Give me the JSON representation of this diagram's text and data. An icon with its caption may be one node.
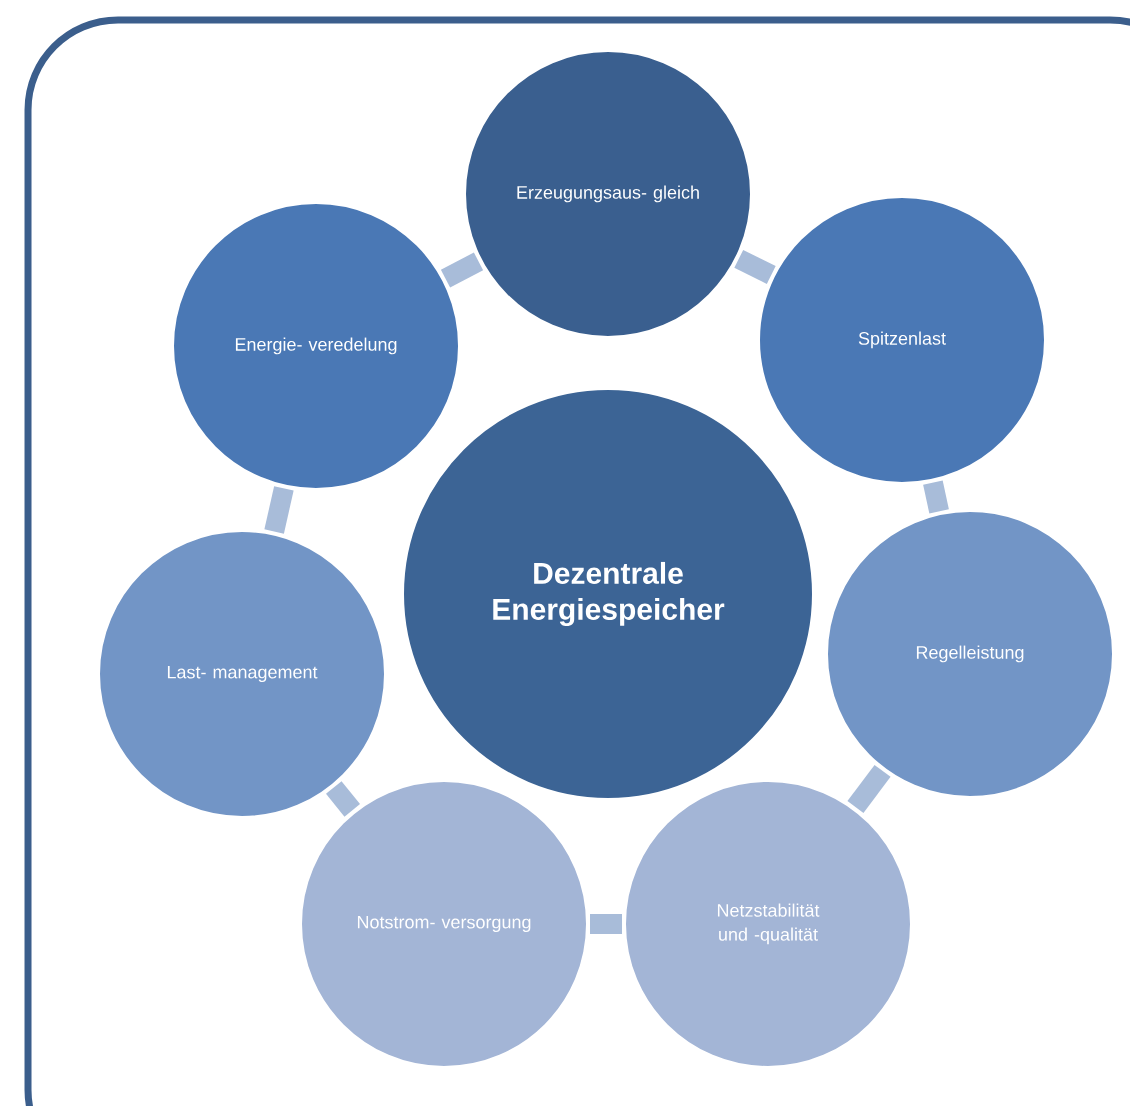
{
  "diagram": {
    "nodes": [
      {
        "text": [
          "Dezentrale Energiespeicher"
        ]
      },
      {
        "text": [
          "Erzeugungsaus- gleich"
        ]
      },
      {
        "text": [
          "Spitzenlast"
        ]
      },
      {
        "text": [
          "Regelleistung"
        ]
      },
      {
        "text": [
          "Netzstabilität und -qualität"
        ]
      },
      {
        "text": [
          "Notstrom- versorgung"
        ]
      },
      {
        "text": [
          "Last- management"
        ]
      },
      {
        "text": [
          "Energie- veredelung"
        ]
      }
    ],
    "edges": [
      {
        "from": 1,
        "to": 2,
        "arrow": "none"
      },
      {
        "from": 2,
        "to": 3,
        "arrow": "none"
      },
      {
        "from": 3,
        "to": 4,
        "arrow": "none"
      },
      {
        "from": 4,
        "to": 5,
        "arrow": "none"
      },
      {
        "from": 5,
        "to": 6,
        "arrow": "none"
      },
      {
        "from": 6,
        "to": 7,
        "arrow": "none"
      },
      {
        "from": 7,
        "to": 1,
        "arrow": "none"
      }
    ]
  }
}
